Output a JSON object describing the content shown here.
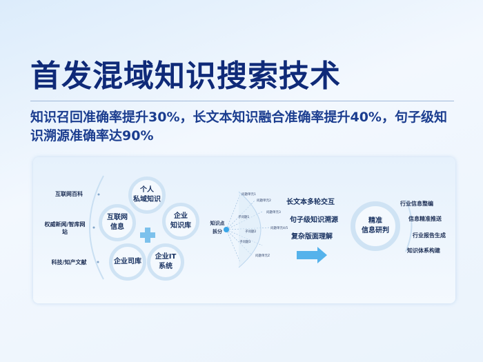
{
  "title": "首发混域知识搜索技术",
  "subtitle": "知识召回准确率提升30%，长文本知识融合准确率提升40%，句子级知识溯源准确率达90%",
  "sources": {
    "items": [
      "互联网百科",
      "权威新闻/智库网站",
      "科技/知产文献"
    ]
  },
  "circles": {
    "personal": "个人\n私域知识",
    "internet": "互联网\n信息",
    "kb": "企业\n知识库",
    "corpus": "企业司库",
    "it": "企业IT\n系统"
  },
  "tree": {
    "root": "知识点\n拆分",
    "nodes": [
      "问题单元1",
      "问题单元2",
      "问题单元3",
      "问题单元4/5",
      "子问题1",
      "子问题2",
      "子问题3",
      "问题单元Z"
    ]
  },
  "capabilities": [
    "长文本多轮交互",
    "句子级知识溯源",
    "复杂版面理解"
  ],
  "result": {
    "label": "精准\n信息研判",
    "outputs": [
      "行业信息整编",
      "信息精准推送",
      "行业报告生成",
      "知识体系构建"
    ]
  },
  "colors": {
    "title": "#0f2a78",
    "accent": "#3aa6e8"
  }
}
